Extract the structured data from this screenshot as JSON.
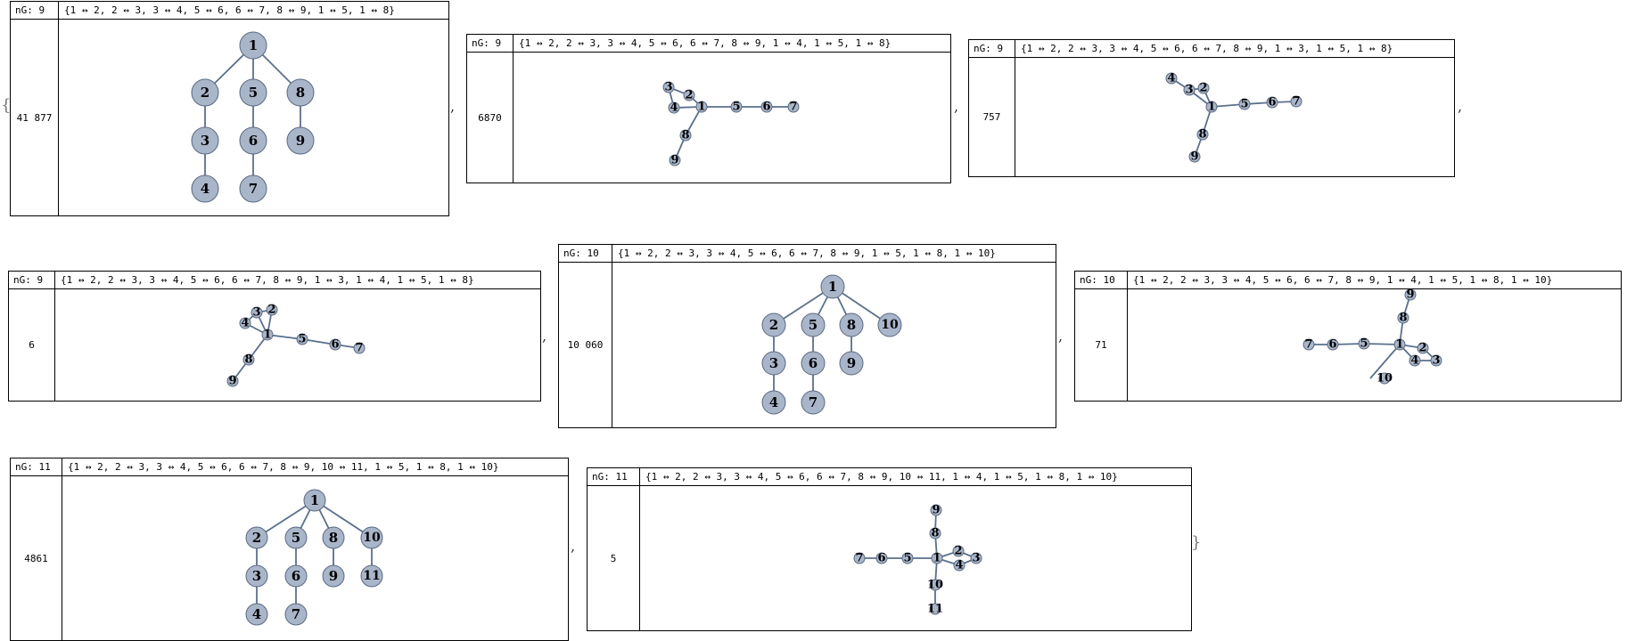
{
  "separator": ",",
  "open_brace": "{",
  "close_brace": "}",
  "panels": [
    {
      "ng": "nG: 9",
      "edges": "{1 ↔ 2, 2 ↔ 3, 3 ↔ 4, 5 ↔ 6, 6 ↔ 7, 8 ↔ 9, 1 ↔ 5, 1 ↔ 8}",
      "count": "41 877"
    },
    {
      "ng": "nG: 9",
      "edges": "{1 ↔ 2, 2 ↔ 3, 3 ↔ 4, 5 ↔ 6, 6 ↔ 7, 8 ↔ 9, 1 ↔ 4, 1 ↔ 5, 1 ↔ 8}",
      "count": "6870"
    },
    {
      "ng": "nG: 9",
      "edges": "{1 ↔ 2, 2 ↔ 3, 3 ↔ 4, 5 ↔ 6, 6 ↔ 7, 8 ↔ 9, 1 ↔ 3, 1 ↔ 5, 1 ↔ 8}",
      "count": "757"
    },
    {
      "ng": "nG: 9",
      "edges": "{1 ↔ 2, 2 ↔ 3, 3 ↔ 4, 5 ↔ 6, 6 ↔ 7, 8 ↔ 9, 1 ↔ 3, 1 ↔ 4, 1 ↔ 5, 1 ↔ 8}",
      "count": "6"
    },
    {
      "ng": "nG: 10",
      "edges": "{1 ↔ 2, 2 ↔ 3, 3 ↔ 4, 5 ↔ 6, 6 ↔ 7, 8 ↔ 9, 1 ↔ 5, 1 ↔ 8, 1 ↔ 10}",
      "count": "10 060"
    },
    {
      "ng": "nG: 10",
      "edges": "{1 ↔ 2, 2 ↔ 3, 3 ↔ 4, 5 ↔ 6, 6 ↔ 7, 8 ↔ 9, 1 ↔ 4, 1 ↔ 5, 1 ↔ 8, 1 ↔ 10}",
      "count": "71"
    },
    {
      "ng": "nG: 11",
      "edges": "{1 ↔ 2, 2 ↔ 3, 3 ↔ 4, 5 ↔ 6, 6 ↔ 7, 8 ↔ 9, 10 ↔ 11, 1 ↔ 5, 1 ↔ 8, 1 ↔ 10}",
      "count": "4861"
    },
    {
      "ng": "nG: 11",
      "edges": "{1 ↔ 2, 2 ↔ 3, 3 ↔ 4, 5 ↔ 6, 6 ↔ 7, 8 ↔ 9, 10 ↔ 11, 1 ↔ 4, 1 ↔ 5, 1 ↔ 8, 1 ↔ 10}",
      "count": "5"
    }
  ]
}
